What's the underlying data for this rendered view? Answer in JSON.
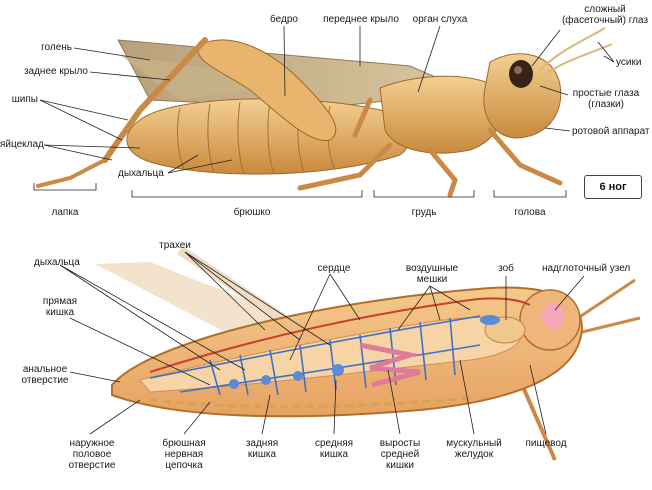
{
  "external": {
    "labels": {
      "tibia": "голень",
      "hind_wing": "заднее крыло",
      "spines": "шипы",
      "ovipositor": "яйцеклад",
      "tarsus": "лапка",
      "spiracles": "дыхальца",
      "abdomen": "брюшко",
      "femur": "бедро",
      "fore_wing": "переднее крыло",
      "hearing_organ": "орган слуха",
      "compound_eye": "сложный\n(фасеточный) глаз",
      "antennae": "усики",
      "simple_eyes": "простые глаза\n(глазки)",
      "mouthparts": "ротовой аппарат",
      "thorax": "грудь",
      "head": "голова"
    },
    "legs_badge": "6 ног"
  },
  "internal": {
    "labels": {
      "spiracles": "дыхальца",
      "tracheae": "трахеи",
      "rectum": "прямая\nкишка",
      "anus": "анальное\nотверстие",
      "heart": "сердце",
      "air_sacs": "воздушные\nмешки",
      "crop": "зоб",
      "supraesophageal_ganglion": "надглоточный узел",
      "genital_opening": "наружное\nполовое\nотверстие",
      "nerve_cord": "брюшная\nнервная\nцепочка",
      "hindgut": "задняя\nкишка",
      "midgut": "средняя\nкишка",
      "midgut_outgrowths": "выросты\nсредней\nкишки",
      "gizzard": "мускульный\nжелудок",
      "esophagus": "пищевод"
    }
  },
  "colors": {
    "body": "#e9b26a",
    "body_dark": "#b8782e",
    "wing": "#cdb68e",
    "leader": "#222222",
    "vessel": "#3f6fc7",
    "gut": "#f2c79a",
    "red_vessel": "#c8402a"
  }
}
